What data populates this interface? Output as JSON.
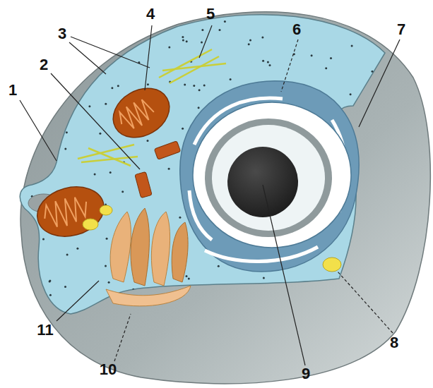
{
  "diagram": {
    "labels": [
      "3",
      "4",
      "5",
      "6",
      "7",
      "2",
      "1",
      "11",
      "10",
      "9",
      "8"
    ]
  }
}
